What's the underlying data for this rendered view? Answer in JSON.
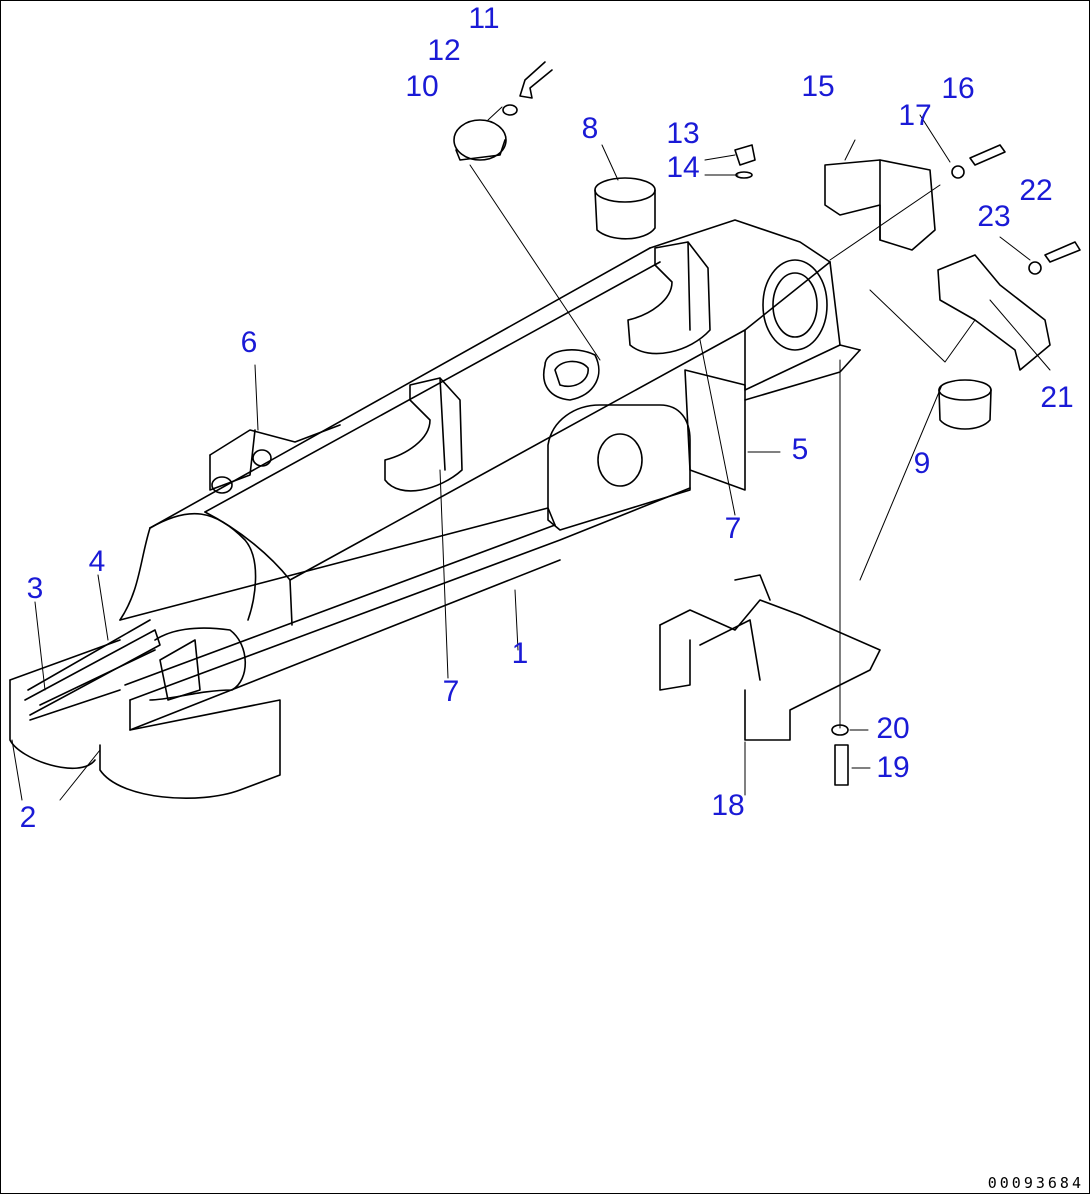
{
  "callouts": {
    "c1": "1",
    "c2": "2",
    "c3": "3",
    "c4": "4",
    "c5": "5",
    "c6": "6",
    "c7a": "7",
    "c7b": "7",
    "c8": "8",
    "c9": "9",
    "c10": "10",
    "c11": "11",
    "c12": "12",
    "c13": "13",
    "c14": "14",
    "c15": "15",
    "c16": "16",
    "c17": "17",
    "c18": "18",
    "c19": "19",
    "c20": "20",
    "c21": "21",
    "c22": "22",
    "c23": "23"
  },
  "document_id": "00093684",
  "colors": {
    "callout": "#1a1ad6",
    "line": "#000000",
    "background": "#ffffff"
  }
}
